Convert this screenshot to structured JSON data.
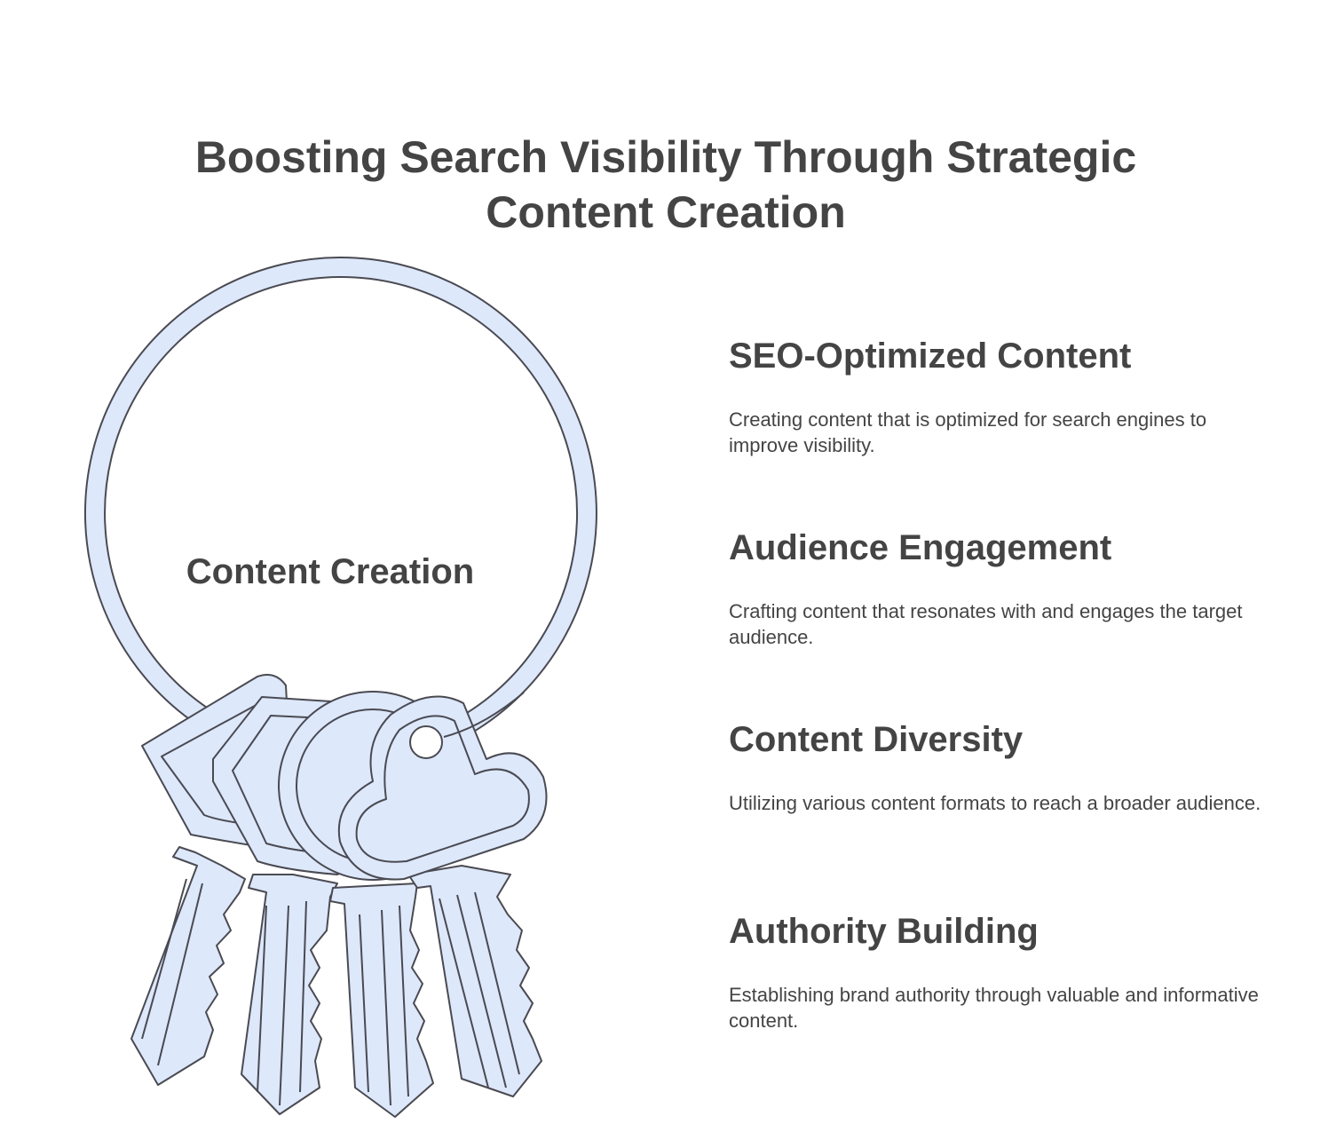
{
  "title": "Boosting Search Visibility Through Strategic Content Creation",
  "center_label": "Content Creation",
  "colors": {
    "text": "#444444",
    "fill": "#dde8fb",
    "stroke": "#4a4a52"
  },
  "illustration_icon": "key-ring-icon",
  "items": [
    {
      "title": "SEO-Optimized Content",
      "description": "Creating content that is optimized for search engines to improve visibility."
    },
    {
      "title": "Audience Engagement",
      "description": "Crafting content that resonates with and engages the target audience."
    },
    {
      "title": "Content Diversity",
      "description": "Utilizing various content formats to reach a broader audience."
    },
    {
      "title": "Authority Building",
      "description": "Establishing brand authority through valuable and informative content."
    }
  ]
}
